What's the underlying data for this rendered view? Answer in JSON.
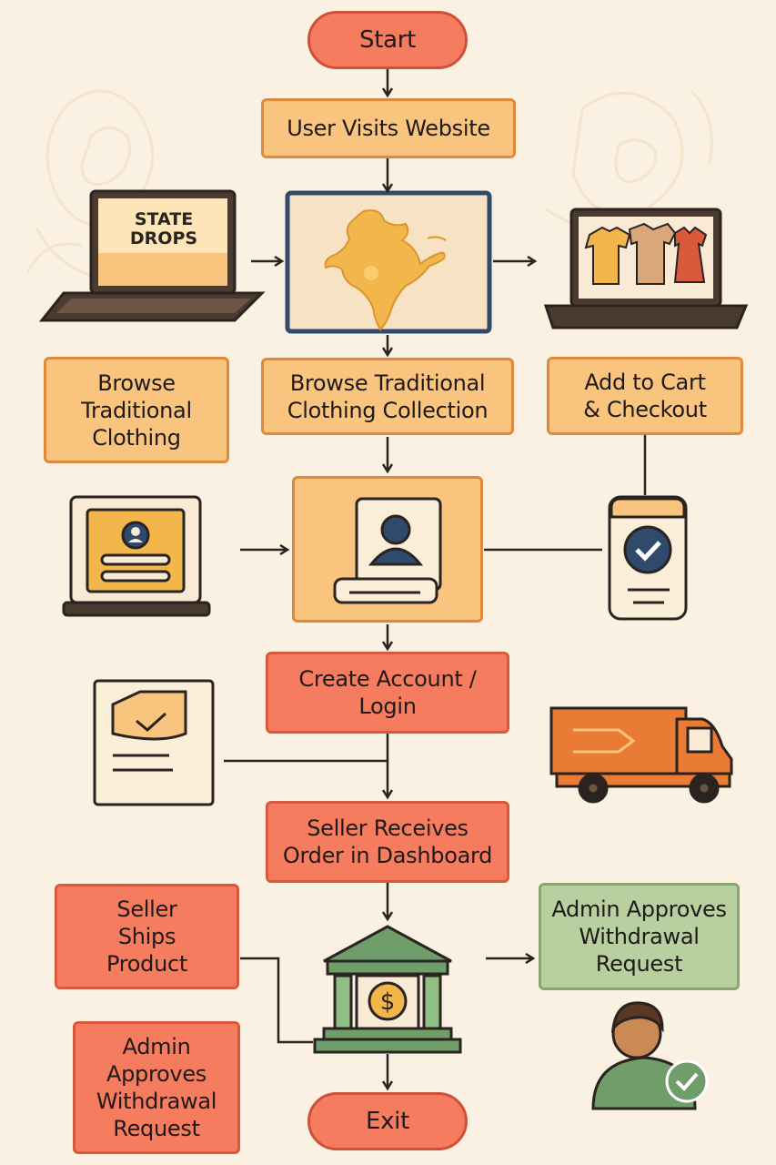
{
  "flow": {
    "start": "Start",
    "visit": "User Visits Website",
    "browse_left": "Browse\nTraditional\nClothing",
    "browse_center": "Browse Traditional\nClothing Collection",
    "add_cart": "Add to Cart\n& Checkout",
    "create_account": "Create Account /\nLogin",
    "seller_receives": "Seller Receives\nOrder in Dashboard",
    "seller_ships": "Seller\nShips\nProduct",
    "admin_approves_green": "Admin Approves\nWithdrawal\nRequest",
    "admin_approves_red": "Admin\nApproves\nWithdrawal\nRequest",
    "exit": "Exit"
  },
  "illustrations": {
    "laptop_brand_line1": "STATE",
    "laptop_brand_line2": "DROPS",
    "icons": [
      "laptop-state-drops-icon",
      "india-map-monitor-icon",
      "clothing-laptop-icon",
      "login-laptop-icon",
      "user-profile-card-icon",
      "phone-checkmark-icon",
      "document-check-icon",
      "delivery-truck-icon",
      "bank-dollar-icon",
      "admin-user-check-icon"
    ]
  },
  "colors": {
    "background": "#fbf1e2",
    "orange_step": "#f9c57e",
    "red_step": "#f57c5f",
    "green_step": "#b8cf9f",
    "line": "#2a2320"
  }
}
